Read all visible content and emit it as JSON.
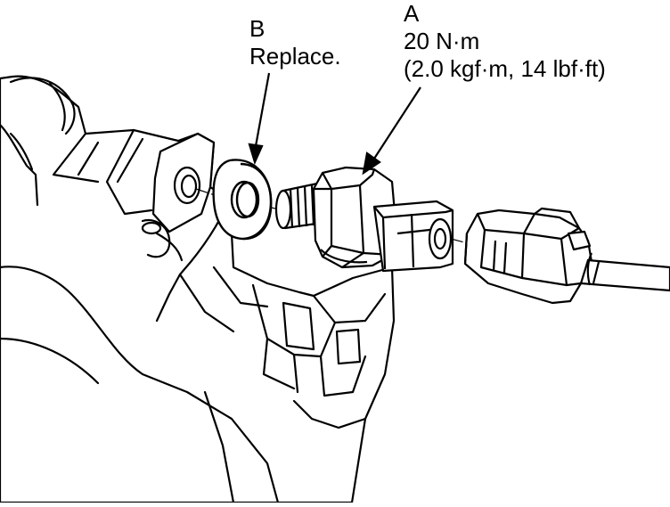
{
  "callouts": {
    "a": {
      "letter": "A",
      "torque_metric": "20 N·m",
      "torque_imperial": "(2.0 kgf·m, 14 lbf·ft)"
    },
    "b": {
      "letter": "B",
      "note": "Replace."
    }
  },
  "colors": {
    "line": "#000000",
    "paper": "#ffffff"
  },
  "parts": [
    "engine-block-icon",
    "sealing-washer-icon",
    "knock-sensor-icon",
    "wiring-connector-icon",
    "wire-harness-icon"
  ]
}
